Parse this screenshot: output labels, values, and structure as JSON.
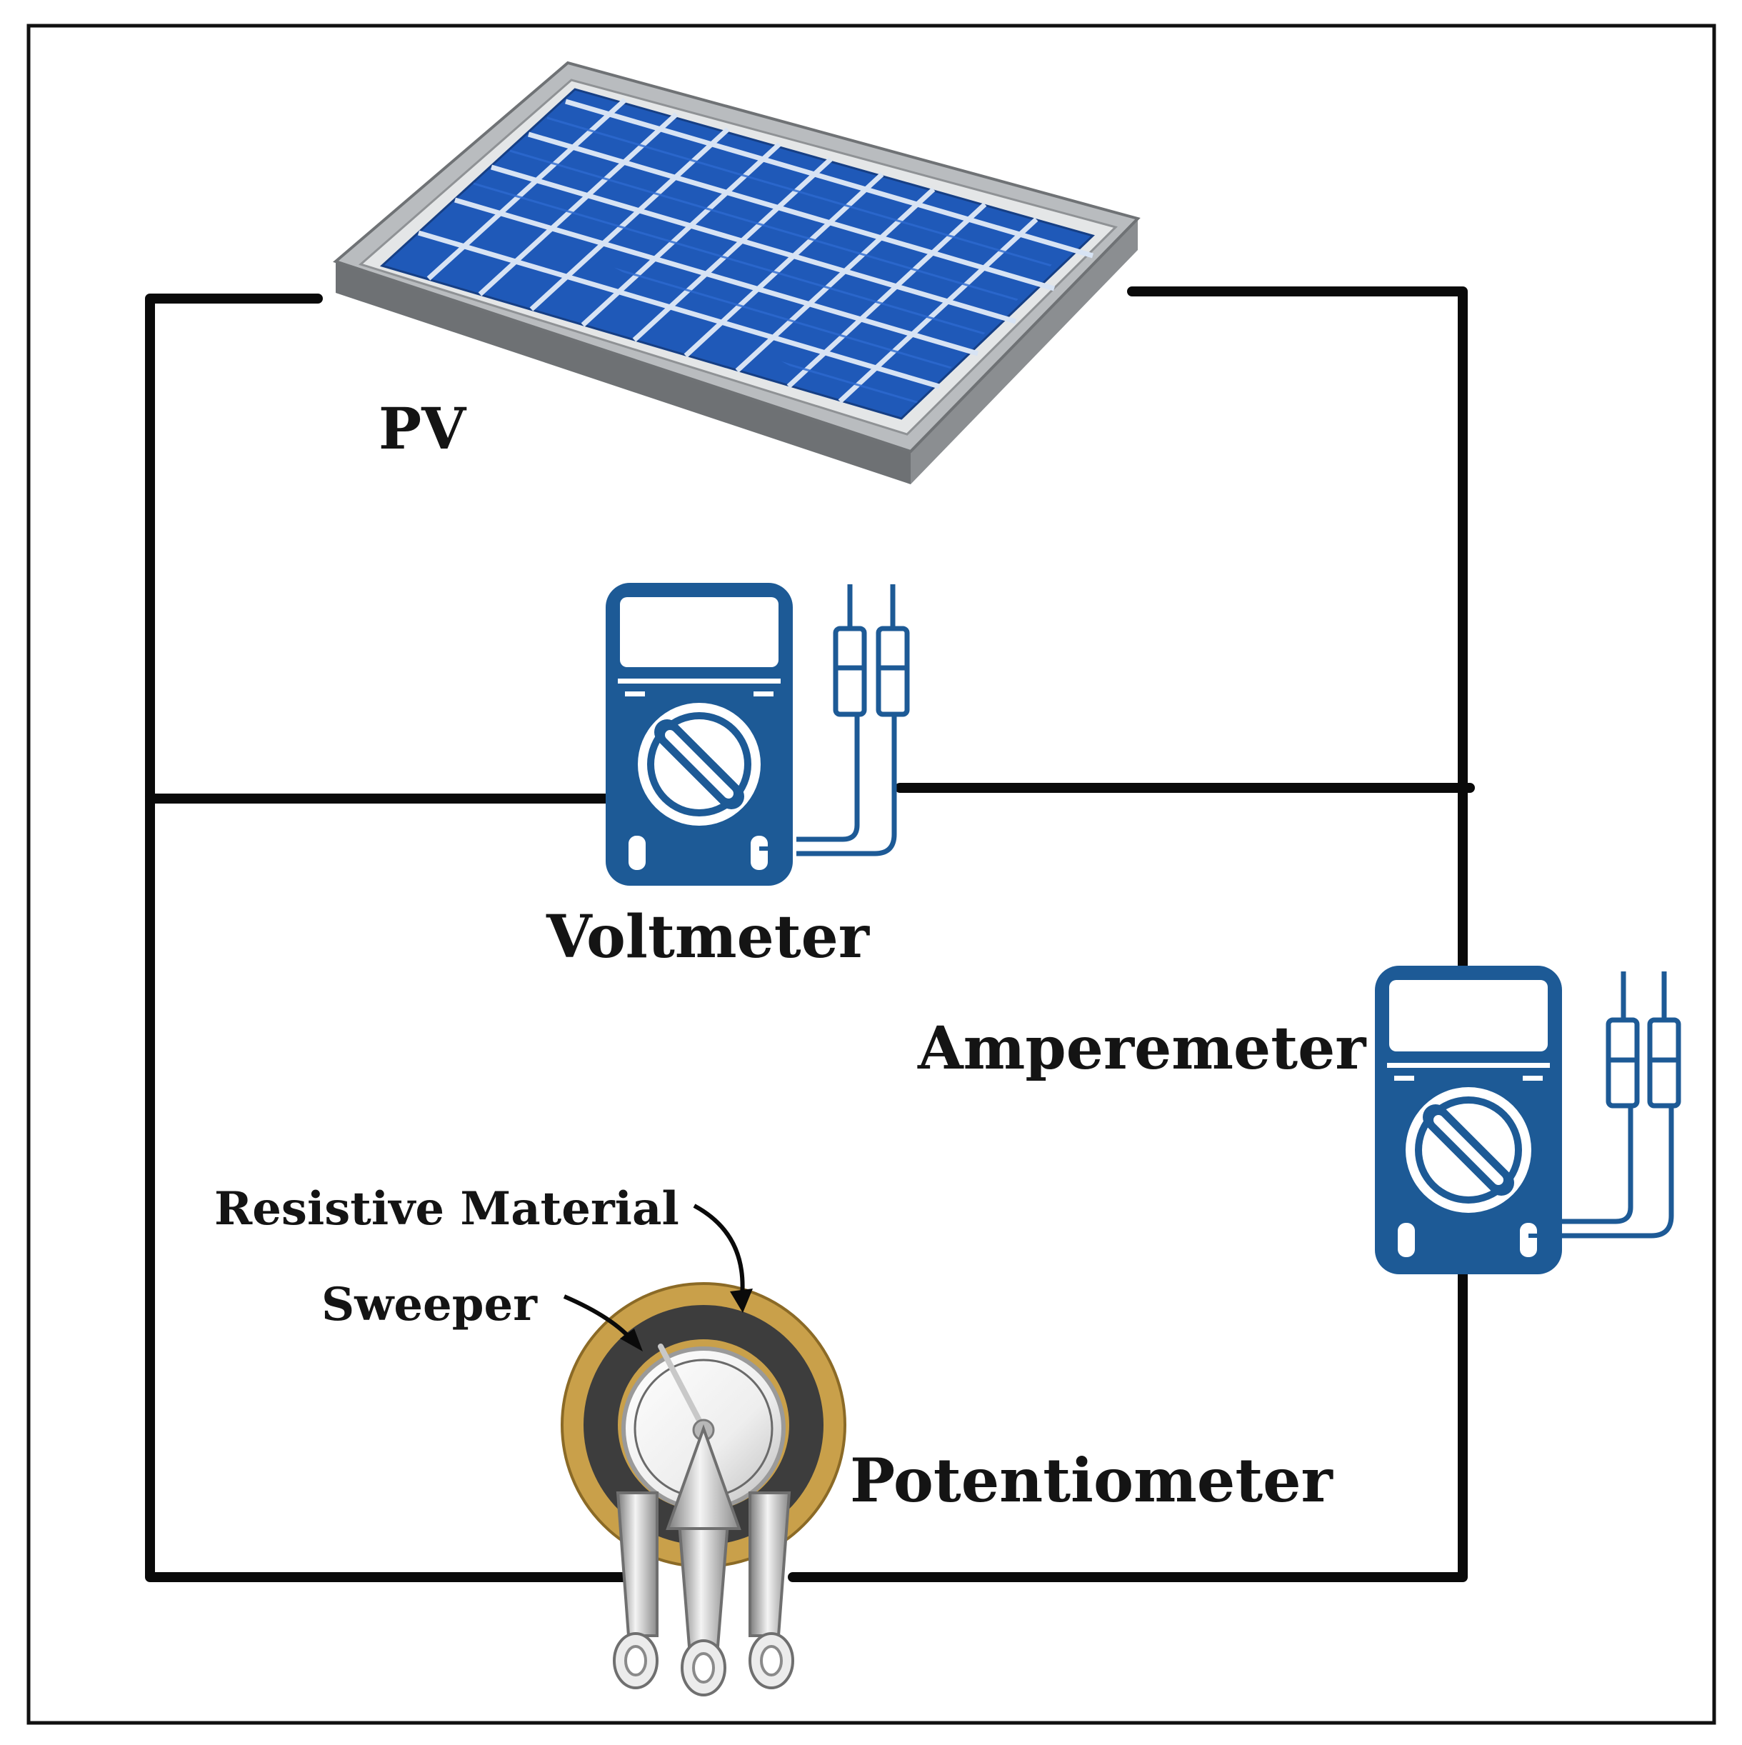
{
  "labels": {
    "pv": "PV",
    "voltmeter": "Voltmeter",
    "amperemeter": "Amperemeter",
    "resistive_material": "Resistive Material",
    "sweeper": "Sweeper",
    "potentiometer": "Potentiometer"
  },
  "colors": {
    "meter_blue": "#1d5a96",
    "panel_cell_blue": "#1f59b8",
    "panel_frame_gray": "#b9bcbf",
    "wire": "#0a0a0a",
    "potentiometer_gold": "#c9a04a",
    "resistive_track": "#3d3d3d"
  },
  "icons": {
    "solar_panel": "solar-panel-icon",
    "multimeter": "multimeter-icon",
    "potentiometer": "potentiometer-icon"
  }
}
